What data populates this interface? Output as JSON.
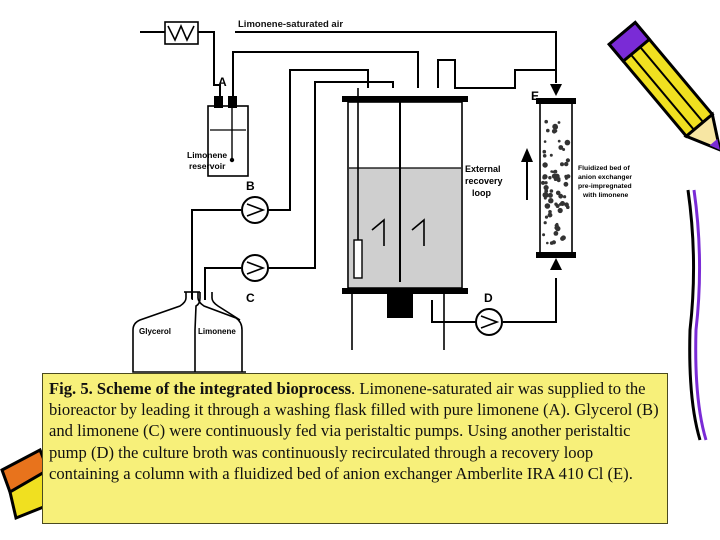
{
  "diagram": {
    "air_label": "Limonene-saturated air",
    "label_a": "A",
    "label_b": "B",
    "label_c": "C",
    "label_d": "D",
    "label_e": "E",
    "reservoir_label_1": "Limonene",
    "reservoir_label_2": "reservoir",
    "glycerol_label": "Glycerol",
    "limonene_bottle_label": "Limonene",
    "loop_label_1": "External",
    "loop_label_2": "recovery",
    "loop_label_3": "loop",
    "bed_label_1": "Fluidized bed of",
    "bed_label_2": "anion exchanger",
    "bed_label_3": "pre-impregnated",
    "bed_label_4": "with limonene"
  },
  "caption": {
    "title": "Fig. 5. Scheme of the integrated bioprocess",
    "text": ". Limonene-saturated air was supplied to the bioreactor by leading it through a washing flask filled with pure limonene (A). Glycerol (B) and limonene (C) were continuously fed via peristaltic pumps. Using another peristaltic pump (D) the culture broth was continuously recirculated through a recovery loop containing a column with a fluidized bed of anion exchanger Amberlite IRA 410 Cl (E)."
  },
  "colors": {
    "caption_bg": "#f7f07a",
    "liquid": "#cfcfcf",
    "pencil_yellow": "#f0e020",
    "pencil_purple": "#7a2bd6",
    "pencil_orange": "#e8731c"
  }
}
